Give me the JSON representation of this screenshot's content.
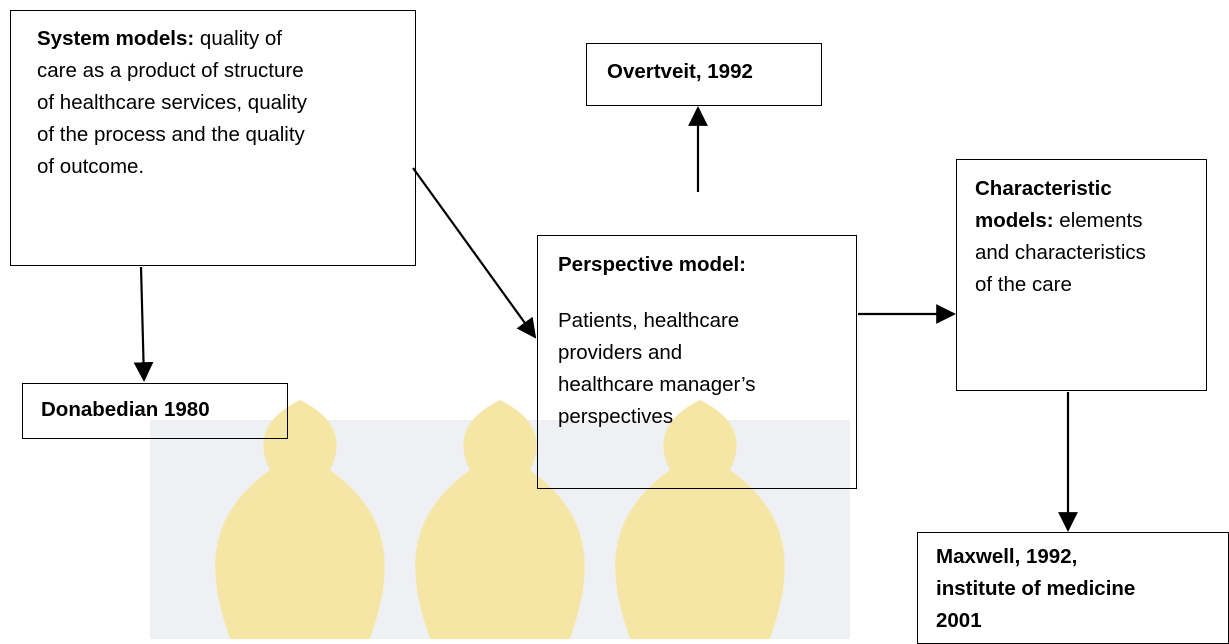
{
  "diagram": {
    "system_models": {
      "heading": "System models:",
      "lines": [
        " quality of",
        "care as a product of structure",
        "of healthcare services, quality",
        "of the process and the quality",
        "of outcome."
      ]
    },
    "overtveit": {
      "heading": "Overtveit, 1992"
    },
    "perspective_model": {
      "heading": "Perspective model:",
      "lines": [
        "Patients, healthcare",
        "providers and",
        "healthcare manager’s",
        "perspectives"
      ]
    },
    "characteristic_models": {
      "heading_line1": "Characteristic",
      "heading_line2": "models:",
      "lines": [
        " elements",
        "and characteristics",
        "of the care"
      ]
    },
    "donabedian": {
      "heading": "Donabedian 1980"
    },
    "maxwell": {
      "lines": [
        "Maxwell, 1992,",
        "institute of medicine",
        "2001"
      ]
    }
  },
  "colors": {
    "watermark": "#f6e6a6",
    "watermark_gray": "#e9e9ee",
    "border": "#000000"
  }
}
